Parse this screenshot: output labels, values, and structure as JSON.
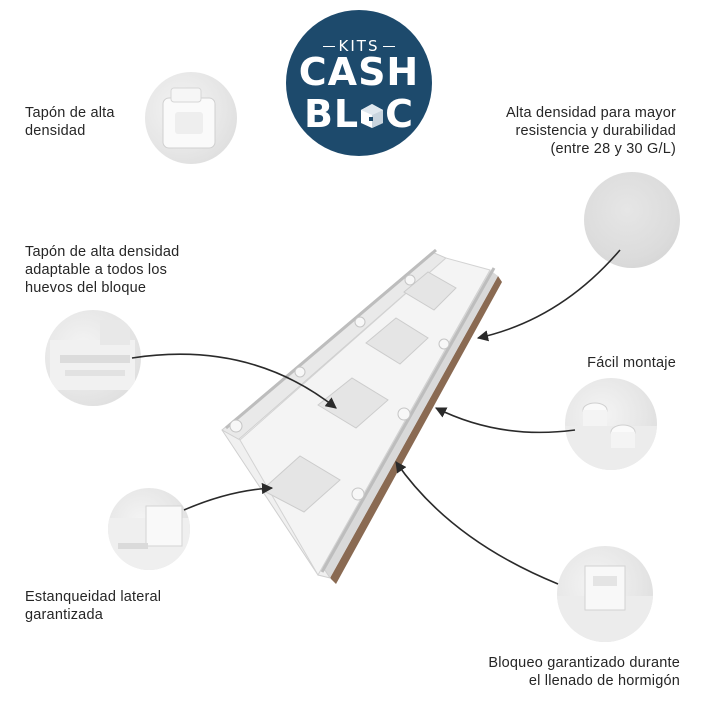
{
  "logo": {
    "kits": "KITS",
    "line1": "CASH",
    "line2_a": "BL",
    "line2_b": "C",
    "brand_color": "#1d4a6c"
  },
  "annotations": {
    "cap_high_density": [
      "Tapón de alta",
      "densidad"
    ],
    "high_density": [
      "Alta densidad para mayor",
      "resistencia y durabilidad",
      "(entre 28 y 30 G/L)"
    ],
    "cap_adaptable": [
      "Tapón de alta densidad",
      "adaptable a todos los",
      "huevos del bloque"
    ],
    "easy_assembly": [
      "Fácil montaje"
    ],
    "side_sealing": [
      "Estanqueidad lateral",
      "garantizada"
    ],
    "locking": [
      "Bloqueo garantizado durante",
      "el llenado de hormigón"
    ]
  },
  "colors": {
    "text": "#262626",
    "arrow": "#2a2a2a",
    "foam": "#f2f2f2",
    "foam_shadow": "#c9c9c9"
  }
}
